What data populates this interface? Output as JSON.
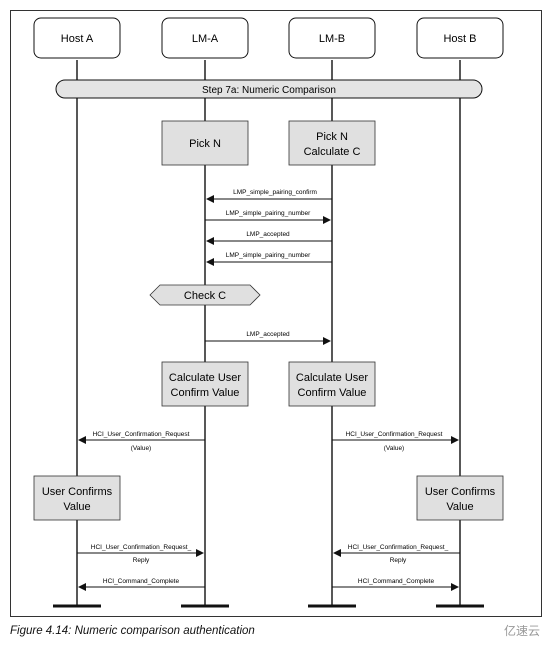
{
  "hosts": {
    "host_a": "Host A",
    "lm_a": "LM-A",
    "lm_b": "LM-B",
    "host_b": "Host B"
  },
  "step_banner": "Step 7a: Numeric Comparison",
  "boxes": {
    "pick_n": "Pick N",
    "pick_n_calc_line1": "Pick N",
    "pick_n_calc_line2": "Calculate C",
    "check_c": "Check C",
    "calc_user_a_line1": "Calculate User",
    "calc_user_a_line2": "Confirm Value",
    "calc_user_b_line1": "Calculate User",
    "calc_user_b_line2": "Confirm Value",
    "user_confirms_a_line1": "User Confirms",
    "user_confirms_a_line2": "Value",
    "user_confirms_b_line1": "User Confirms",
    "user_confirms_b_line2": "Value"
  },
  "messages": {
    "m1": "LMP_simple_pairing_confirm",
    "m2": "LMP_simple_pairing_number",
    "m3": "LMP_accepted",
    "m4": "LMP_simple_pairing_number",
    "m5": "LMP_accepted",
    "m6_a": "HCI_User_Confirmation_Request",
    "m6_a_sub": "(Value)",
    "m6_b": "HCI_User_Confirmation_Request",
    "m6_b_sub": "(Value)",
    "m7_a": "HCI_User_Confirmation_Request_",
    "m7_a_sub": "Reply",
    "m7_b": "HCI_User_Confirmation_Request_",
    "m7_b_sub": "Reply",
    "m8_a": "HCI_Command_Complete",
    "m8_b": "HCI_Command_Complete"
  },
  "caption": "Figure 4.14:  Numeric comparison authentication",
  "watermark": "亿速云"
}
